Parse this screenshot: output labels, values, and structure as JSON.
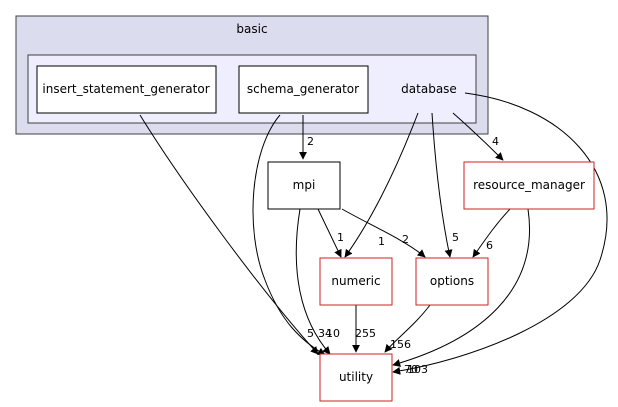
{
  "diagram": {
    "clusters": {
      "outer": {
        "label": "basic",
        "fill": "#dcdcef",
        "stroke": "#404040"
      },
      "inner": {
        "fill": "#eeeefe",
        "stroke": "#404040"
      }
    },
    "nodes": {
      "insert_statement_generator": {
        "label": "insert_statement_generator",
        "border": "#000000"
      },
      "schema_generator": {
        "label": "schema_generator",
        "border": "#000000"
      },
      "database": {
        "label": "database"
      },
      "mpi": {
        "label": "mpi",
        "border": "#000000"
      },
      "resource_manager": {
        "label": "resource_manager",
        "border": "#cc2222"
      },
      "numeric": {
        "label": "numeric",
        "border": "#cc2222"
      },
      "options": {
        "label": "options",
        "border": "#cc2222"
      },
      "utility": {
        "label": "utility",
        "border": "#cc2222"
      }
    },
    "edge_labels": {
      "schema_to_mpi": "2",
      "db_to_resource": "4",
      "mpi_to_numeric": "1",
      "db_to_numeric": "1",
      "mpi_to_options": "2",
      "db_to_options": "5",
      "resource_to_options": "6",
      "to_utility_a": "5",
      "to_utility_b": "34",
      "to_utility_c": "10",
      "numeric_to_utility": "255",
      "options_to_utility": "156",
      "to_utility_d": "70",
      "to_utility_e": "103"
    }
  }
}
